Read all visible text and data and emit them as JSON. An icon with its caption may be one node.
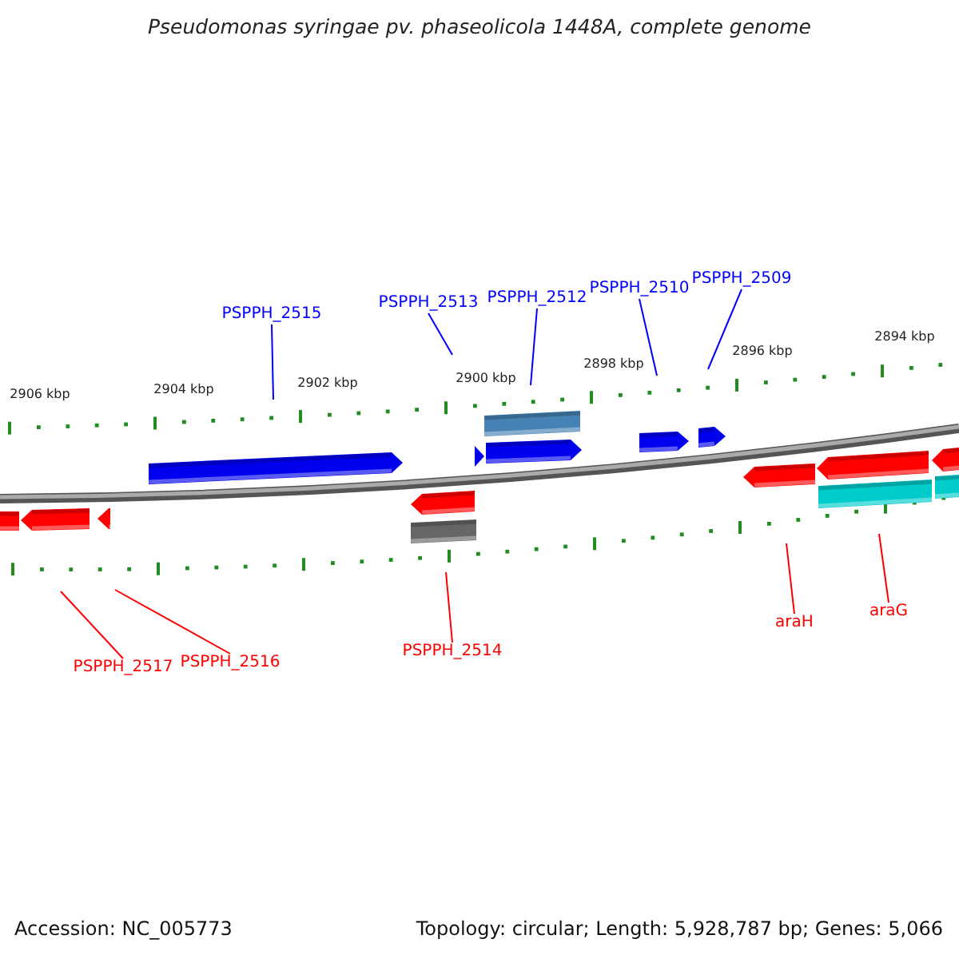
{
  "diagram": {
    "title": "Pseudomonas syringae pv. phaseolicola 1448A, complete genome",
    "nodes": [
      {
        "text": [
          "PSPPH_2515"
        ]
      },
      {
        "text": [
          "PSPPH_2513"
        ]
      },
      {
        "text": [
          "PSPPH_2512"
        ]
      },
      {
        "text": [
          "PSPPH_2510"
        ]
      },
      {
        "text": [
          "PSPPH_2509"
        ]
      },
      {
        "text": [
          "PSPPH_2517"
        ]
      },
      {
        "text": [
          "PSPPH_2516"
        ]
      },
      {
        "text": [
          "PSPPH_2514"
        ]
      },
      {
        "text": [
          "araH"
        ]
      },
      {
        "text": [
          "araG"
        ]
      }
    ],
    "edges": [
      {
        "from": 0,
        "to": null,
        "arrow": "none",
        "color": "#0000ff"
      },
      {
        "from": 1,
        "to": null,
        "arrow": "none",
        "color": "#0000ff"
      },
      {
        "from": 2,
        "to": null,
        "arrow": "none",
        "color": "#0000ff"
      },
      {
        "from": 3,
        "to": null,
        "arrow": "none",
        "color": "#0000ff"
      },
      {
        "from": 4,
        "to": null,
        "arrow": "none",
        "color": "#0000ff"
      },
      {
        "from": 5,
        "to": null,
        "arrow": "none",
        "color": "#ff0000"
      },
      {
        "from": 6,
        "to": null,
        "arrow": "none",
        "color": "#ff0000"
      },
      {
        "from": 7,
        "to": null,
        "arrow": "none",
        "color": "#ff0000"
      },
      {
        "from": 8,
        "to": null,
        "arrow": "none",
        "color": "#ff0000"
      },
      {
        "from": 9,
        "to": null,
        "arrow": "none",
        "color": "#ff0000"
      }
    ],
    "labels": [
      "2906 kbp",
      "2904 kbp",
      "2902 kbp",
      "2900 kbp",
      "2898 kbp",
      "2896 kbp",
      "2894 kbp",
      "Accession: NC_005773",
      "Topology: circular; Length: 5,928,787 bp; Genes: 5,066"
    ]
  }
}
